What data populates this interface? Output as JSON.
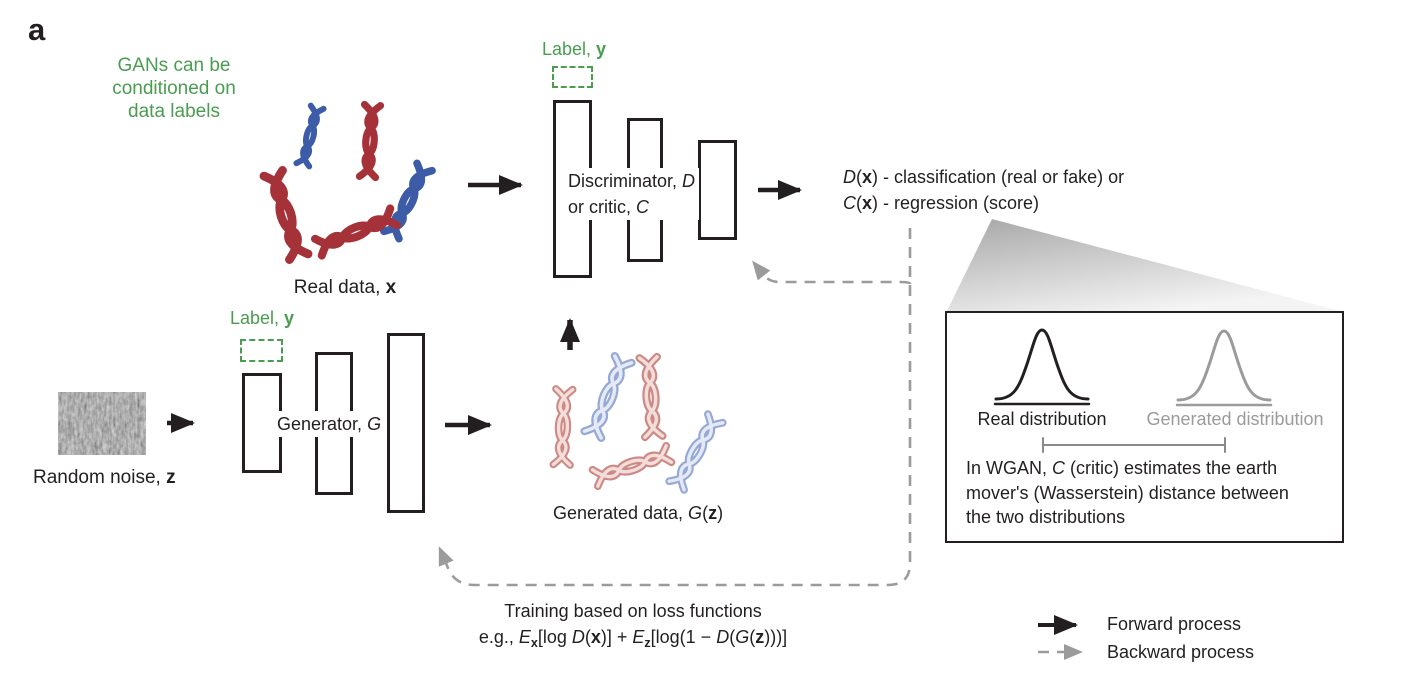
{
  "colors": {
    "green": "#4a9d4f",
    "ink": "#231f20",
    "gray": "#9b9b9b",
    "chrom_red": "#a53238",
    "chrom_blue": "#3c5ca8",
    "gen_red_edge": "#cd8a84",
    "gen_red_core": "#f2ddda",
    "gen_blue_edge": "#96a9d6",
    "gen_blue_core": "#e4e9f5"
  },
  "panel_label": "a",
  "green_note": "GANs can be\nconditioned on\ndata labels",
  "label_y": {
    "prefix": "Label, ",
    "sym": "y"
  },
  "real_data": {
    "prefix": "Real data, ",
    "sym": "x"
  },
  "random_noise": {
    "prefix": "Random noise, ",
    "sym": "z"
  },
  "generated_data": {
    "prefix": "Generated data, ",
    "g": "G",
    "open": "(",
    "z": "z",
    "close": ")"
  },
  "discriminator": {
    "l1": "Discriminator, ",
    "l1sym": "D",
    "l2": "or critic, ",
    "l2sym": "C"
  },
  "generator": {
    "label": "Generator, ",
    "sym": "G"
  },
  "output": {
    "d": "D",
    "p1": "(",
    "x1": "x",
    "rest1": ") - classification (real or fake) or",
    "c": "C",
    "p2": "(",
    "x2": "x",
    "rest2": ") - regression (score)"
  },
  "wgan": {
    "real_dist": "Real distribution",
    "gen_dist": "Generated distribution",
    "l1a": "In WGAN, ",
    "l1b": "C",
    "l1c": " (critic) estimates the earth",
    "l2": "mover's (Wasserstein) distance between",
    "l3": "the two distributions"
  },
  "training": {
    "l1": "Training based on loss functions",
    "eg": "e.g., ",
    "e1": "E",
    "s1": "x",
    "t1": "[log ",
    "d1": "D",
    "p1": "(",
    "x1": "x",
    "t2": ")] + ",
    "e2": "E",
    "s2": "z",
    "t3": "[log(1 − ",
    "d2": "D",
    "p2": "(",
    "g": "G",
    "p3": "(",
    "z": "z",
    "t4": ")))]"
  },
  "legend": {
    "forward": "Forward process",
    "backward": "Backward process"
  }
}
